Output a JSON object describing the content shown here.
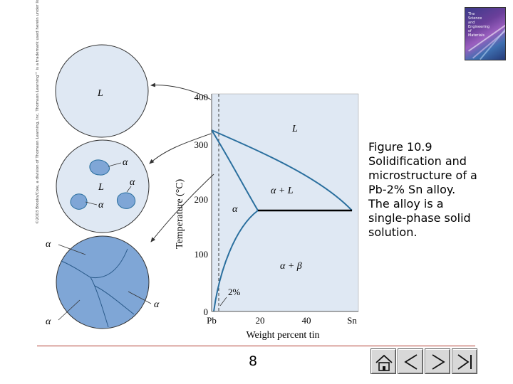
{
  "caption": {
    "lines": [
      "Figure 10.9",
      "Solidification and",
      "microstructure of a",
      "Pb-2% Sn alloy.",
      "The alloy is a",
      "single-phase solid",
      "solution."
    ]
  },
  "copyright": "©2003 Brooks/Cole, a division of Thomson Learning, Inc. Thomson Learning™ is a trademark used herein under license.",
  "book": {
    "title_lines": [
      "The",
      "Science",
      "and",
      "Engineering",
      "of",
      "Materials"
    ]
  },
  "diagram": {
    "y_axis_label": "Temperature (°C)",
    "x_axis_label": "Weight percent tin",
    "y_ticks": [
      "0",
      "100",
      "200",
      "300",
      "400"
    ],
    "x_ticks": [
      "Pb",
      "20",
      "40",
      "Sn"
    ],
    "regions": {
      "liquid": "L",
      "alpha_liquid": "α + L",
      "alpha": "α",
      "alpha_beta": "α + β",
      "composition": "2%"
    },
    "micro_labels": {
      "top_liquid": "L",
      "mid_alpha_1": "α",
      "mid_liquid": "L",
      "mid_alpha_2": "α",
      "mid_alpha_3": "α",
      "bot_alpha_1": "α",
      "bot_alpha_2": "α",
      "bot_alpha_3": "α"
    }
  },
  "footer": {
    "page_number": "8"
  },
  "nav": {
    "home_icon": "home-icon",
    "prev_icon": "prev-icon",
    "next_icon": "next-icon",
    "last_icon": "last-icon"
  },
  "colors": {
    "liquid_fill": "#dfe8f3",
    "solid_fill": "#7fa6d6",
    "phase_line": "#2a6f9e",
    "eutectic_line": "#000000",
    "footer_rule": "#b03a2e"
  }
}
